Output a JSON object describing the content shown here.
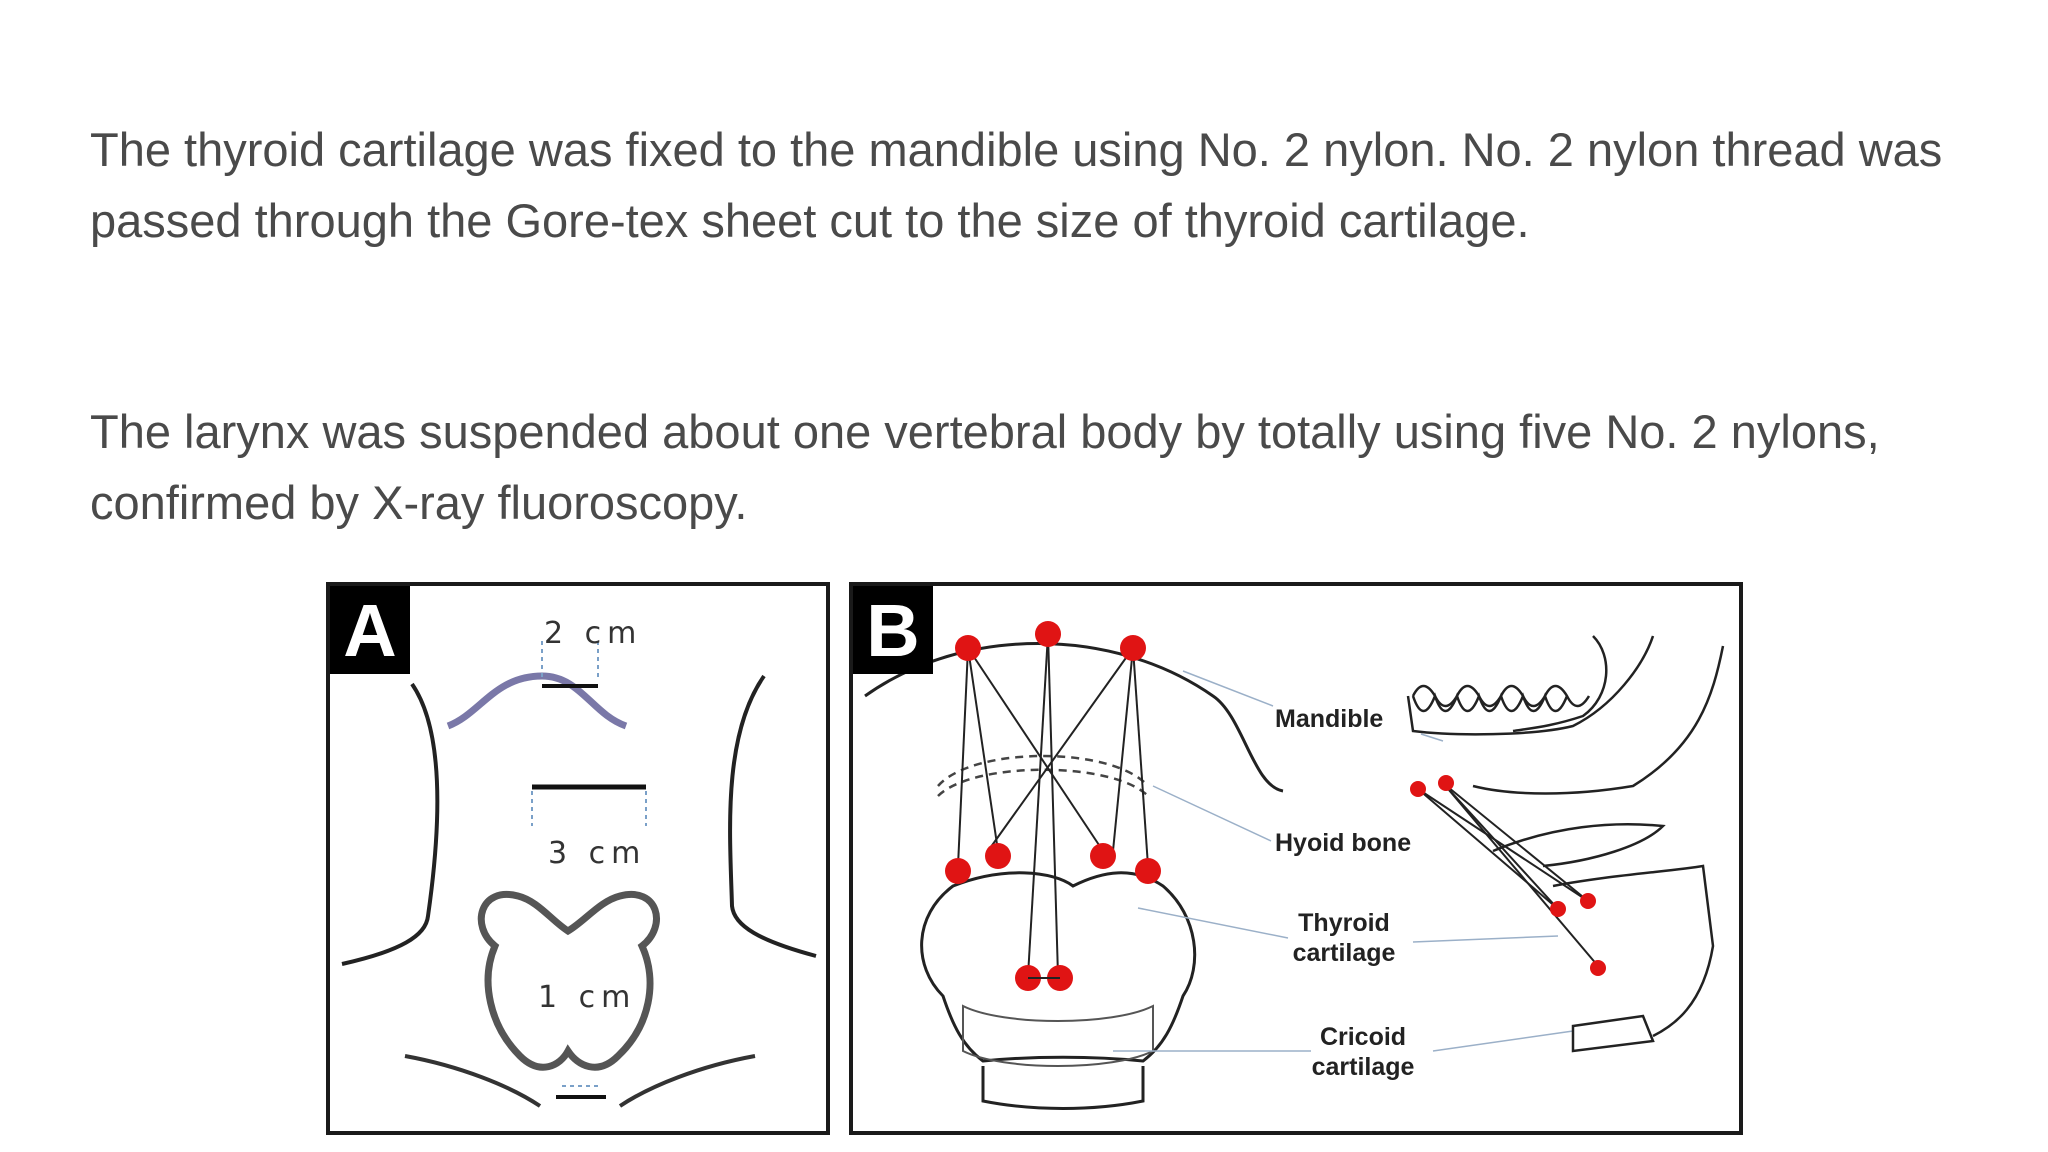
{
  "paragraphs": {
    "p1": "The thyroid cartilage was fixed to the mandible using No. 2 nylon. No. 2 nylon thread was passed through the Gore-tex sheet cut to the size of thyroid cartilage.",
    "p2": "The larynx was suspended about one vertebral body by totally using five No. 2 nylons, confirmed by X-ray fluoroscopy."
  },
  "figure": {
    "panel_a": {
      "tag": "A",
      "dimensions": {
        "top": "2 cm",
        "middle": "3 cm",
        "bottom": "1 cm"
      }
    },
    "panel_b": {
      "tag": "B",
      "labels": {
        "mandible": "Mandible",
        "hyoid": "Hyoid bone",
        "thyroid_1": "Thyroid",
        "thyroid_2": "cartilage",
        "cricoid_1": "Cricoid",
        "cricoid_2": "cartilage"
      }
    }
  },
  "colors": {
    "text": "#4a4a4a",
    "suture_point": "#e01414",
    "incision": "#7a78a8"
  }
}
